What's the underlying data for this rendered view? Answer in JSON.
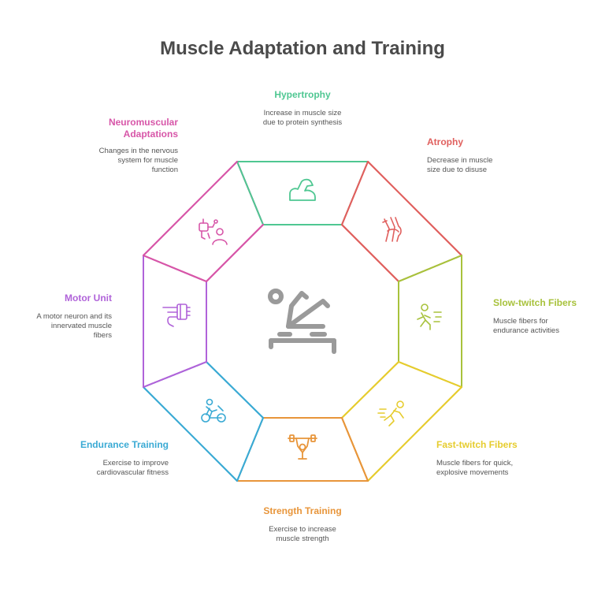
{
  "title": "Muscle Adaptation and Training",
  "colors": {
    "hypertrophy": "#4fc792",
    "atrophy": "#e0605e",
    "slow_twitch": "#a8c23c",
    "fast_twitch": "#e6cc2e",
    "strength": "#e8953a",
    "endurance": "#3aaad4",
    "motor_unit": "#b063d9",
    "neuromuscular": "#d756a8",
    "center": "#9a9a9a"
  },
  "segments": [
    {
      "key": "hypertrophy",
      "label": "Hypertrophy",
      "desc": [
        "Increase in muscle size",
        "due to protein synthesis"
      ],
      "icon": "flexed-arm-icon"
    },
    {
      "key": "atrophy",
      "label": "Atrophy",
      "desc": [
        "Decrease in muscle",
        "size due to disuse"
      ],
      "icon": "knee-joint-icon"
    },
    {
      "key": "slow_twitch",
      "label": "Slow-twitch Fibers",
      "desc": [
        "Muscle fibers for",
        "endurance activities"
      ],
      "icon": "runner-icon"
    },
    {
      "key": "fast_twitch",
      "label": "Fast-twitch Fibers",
      "desc": [
        "Muscle fibers for quick,",
        "explosive movements"
      ],
      "icon": "sprinter-icon"
    },
    {
      "key": "strength",
      "label": "Strength Training",
      "desc": [
        "Exercise to increase",
        "muscle strength"
      ],
      "icon": "weightlifter-icon"
    },
    {
      "key": "endurance",
      "label": "Endurance Training",
      "desc": [
        "Exercise to improve",
        "cardiovascular fitness"
      ],
      "icon": "cyclist-icon"
    },
    {
      "key": "motor_unit",
      "label": "Motor Unit",
      "desc": [
        "A motor neuron and its",
        "innervated muscle",
        "fibers"
      ],
      "icon": "motor-connector-icon"
    },
    {
      "key": "neuromuscular",
      "label": "Neuromuscular Adaptations",
      "label_lines": [
        "Neuromuscular",
        "Adaptations"
      ],
      "desc": [
        "Changes in the nervous",
        "system for muscle",
        "function"
      ],
      "icon": "nerve-person-icon"
    }
  ]
}
